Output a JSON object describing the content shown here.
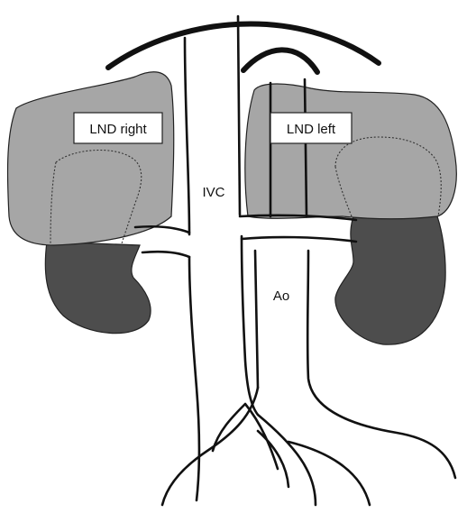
{
  "labels": {
    "lnd_right": "LND right",
    "lnd_left": "LND left",
    "ivc": "IVC",
    "aorta": "Ao"
  },
  "colors": {
    "lnd_field": "#a6a6a6",
    "kidney": "#4d4d4d",
    "lines": "#111111",
    "background": "#ffffff"
  }
}
